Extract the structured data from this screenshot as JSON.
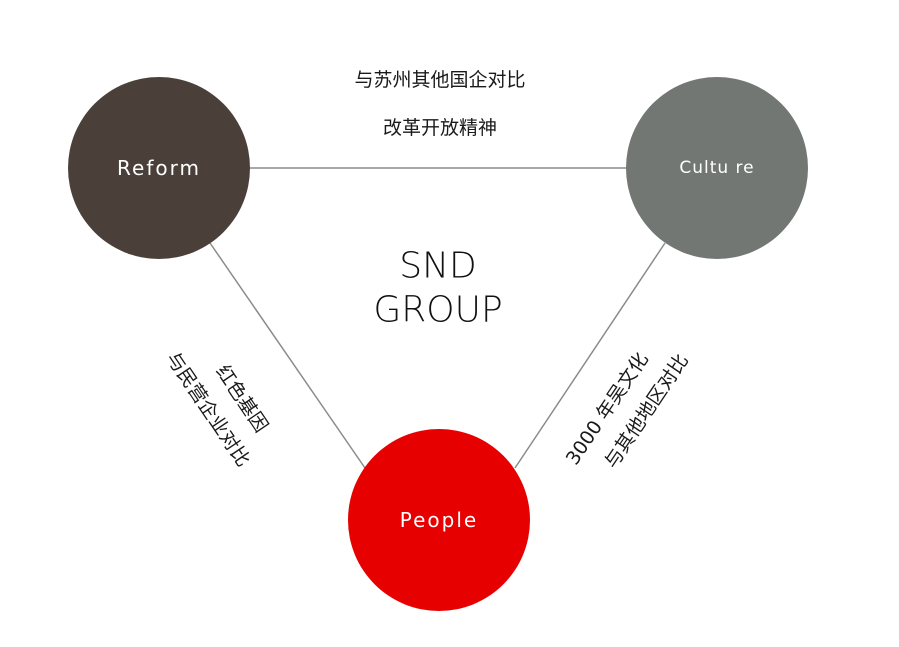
{
  "center": {
    "line1": "SND",
    "line2": "GROUP"
  },
  "nodes": {
    "reform": {
      "label": "Reform",
      "color": "#4a4039"
    },
    "culture": {
      "label": "Cultu re",
      "color": "#727774"
    },
    "people": {
      "label": "People",
      "color": "#e60000"
    }
  },
  "edges": {
    "top": {
      "line1": "与苏州其他国企对比",
      "line2": "改革开放精神"
    },
    "left": {
      "line1": "红色基因",
      "line2": "与民营企业对比"
    },
    "right": {
      "line1": "3000 年吴文化",
      "line2": "与其他地区对比"
    }
  }
}
